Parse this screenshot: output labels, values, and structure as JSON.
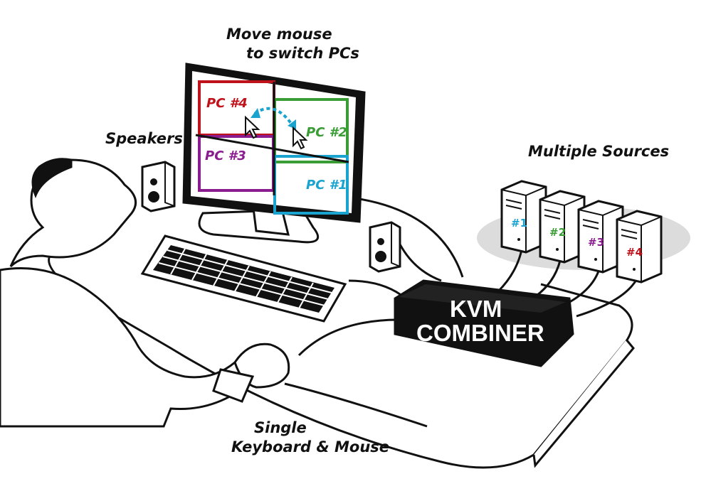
{
  "labels": {
    "move_mouse_line1": "Move mouse",
    "move_mouse_line2": "to switch PCs",
    "speakers": "Speakers",
    "multiple_sources": "Multiple Sources",
    "single_line1": "Single",
    "single_line2": "Keyboard & Mouse"
  },
  "screens": [
    {
      "label": "PC #4",
      "color": "#c0121b"
    },
    {
      "label": "PC #2",
      "color": "#3a9c35"
    },
    {
      "label": "PC #3",
      "color": "#8b1c8f"
    },
    {
      "label": "PC #1",
      "color": "#1aa3cf"
    }
  ],
  "sources": [
    {
      "label": "#1",
      "color": "#1aa3cf"
    },
    {
      "label": "#2",
      "color": "#3a9c35"
    },
    {
      "label": "#3",
      "color": "#8b1c8f"
    },
    {
      "label": "#4",
      "color": "#c0121b"
    }
  ],
  "kvm": {
    "line1": "KVM",
    "line2": "COMBINER"
  },
  "colors": {
    "outline": "#111111",
    "shadow": "#dcdcdc",
    "arrow": "#1aa3cf"
  }
}
